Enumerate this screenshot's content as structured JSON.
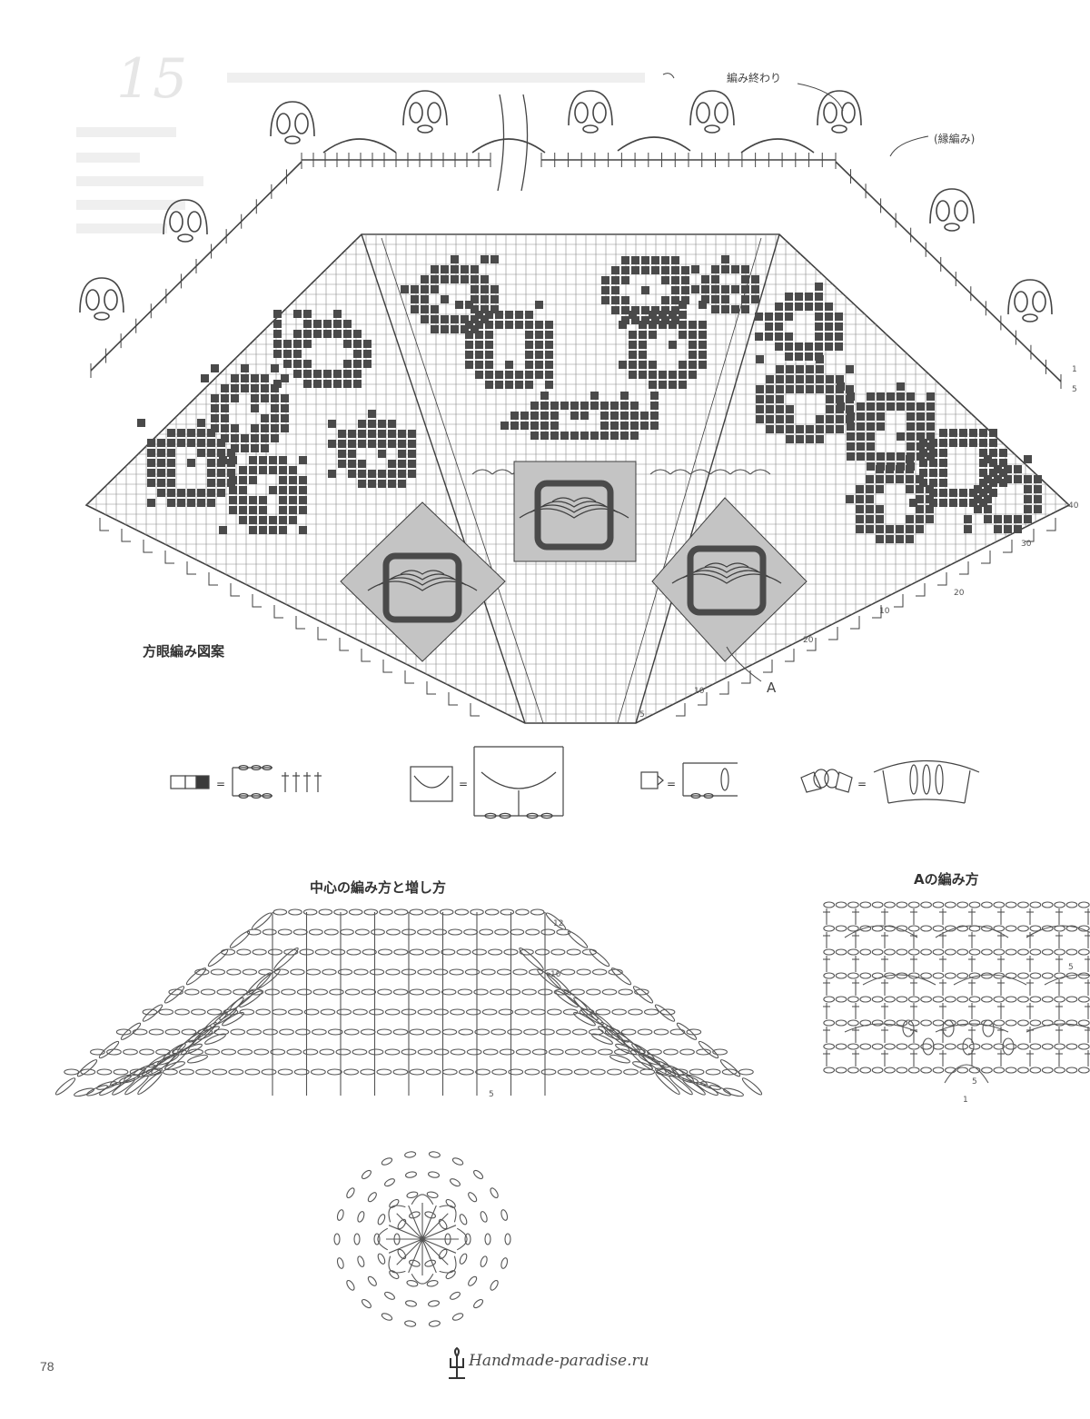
{
  "pattern_number": "15",
  "labels": {
    "filet_chart": "方眼編み図案",
    "center_method": "中心の編み方と増し方",
    "a_method": "Aの編み方",
    "finish": "編み終わり",
    "edging": "(縁編み)",
    "marker_a": "A"
  },
  "row_numbers": {
    "edging": [
      "1",
      "5"
    ],
    "main": [
      "40",
      "30",
      "20",
      "10",
      "20",
      "10",
      "5"
    ],
    "center": [
      "12",
      "10",
      "5"
    ],
    "a_chart": [
      "5",
      "5",
      "1"
    ]
  },
  "page_number": "78",
  "watermark": "Handmade-paradise.ru",
  "colors": {
    "ink": "#3f3f3f",
    "grid": "#8a8a8a",
    "shade": "#c4c4c4",
    "filled": "#4a4a4a"
  }
}
